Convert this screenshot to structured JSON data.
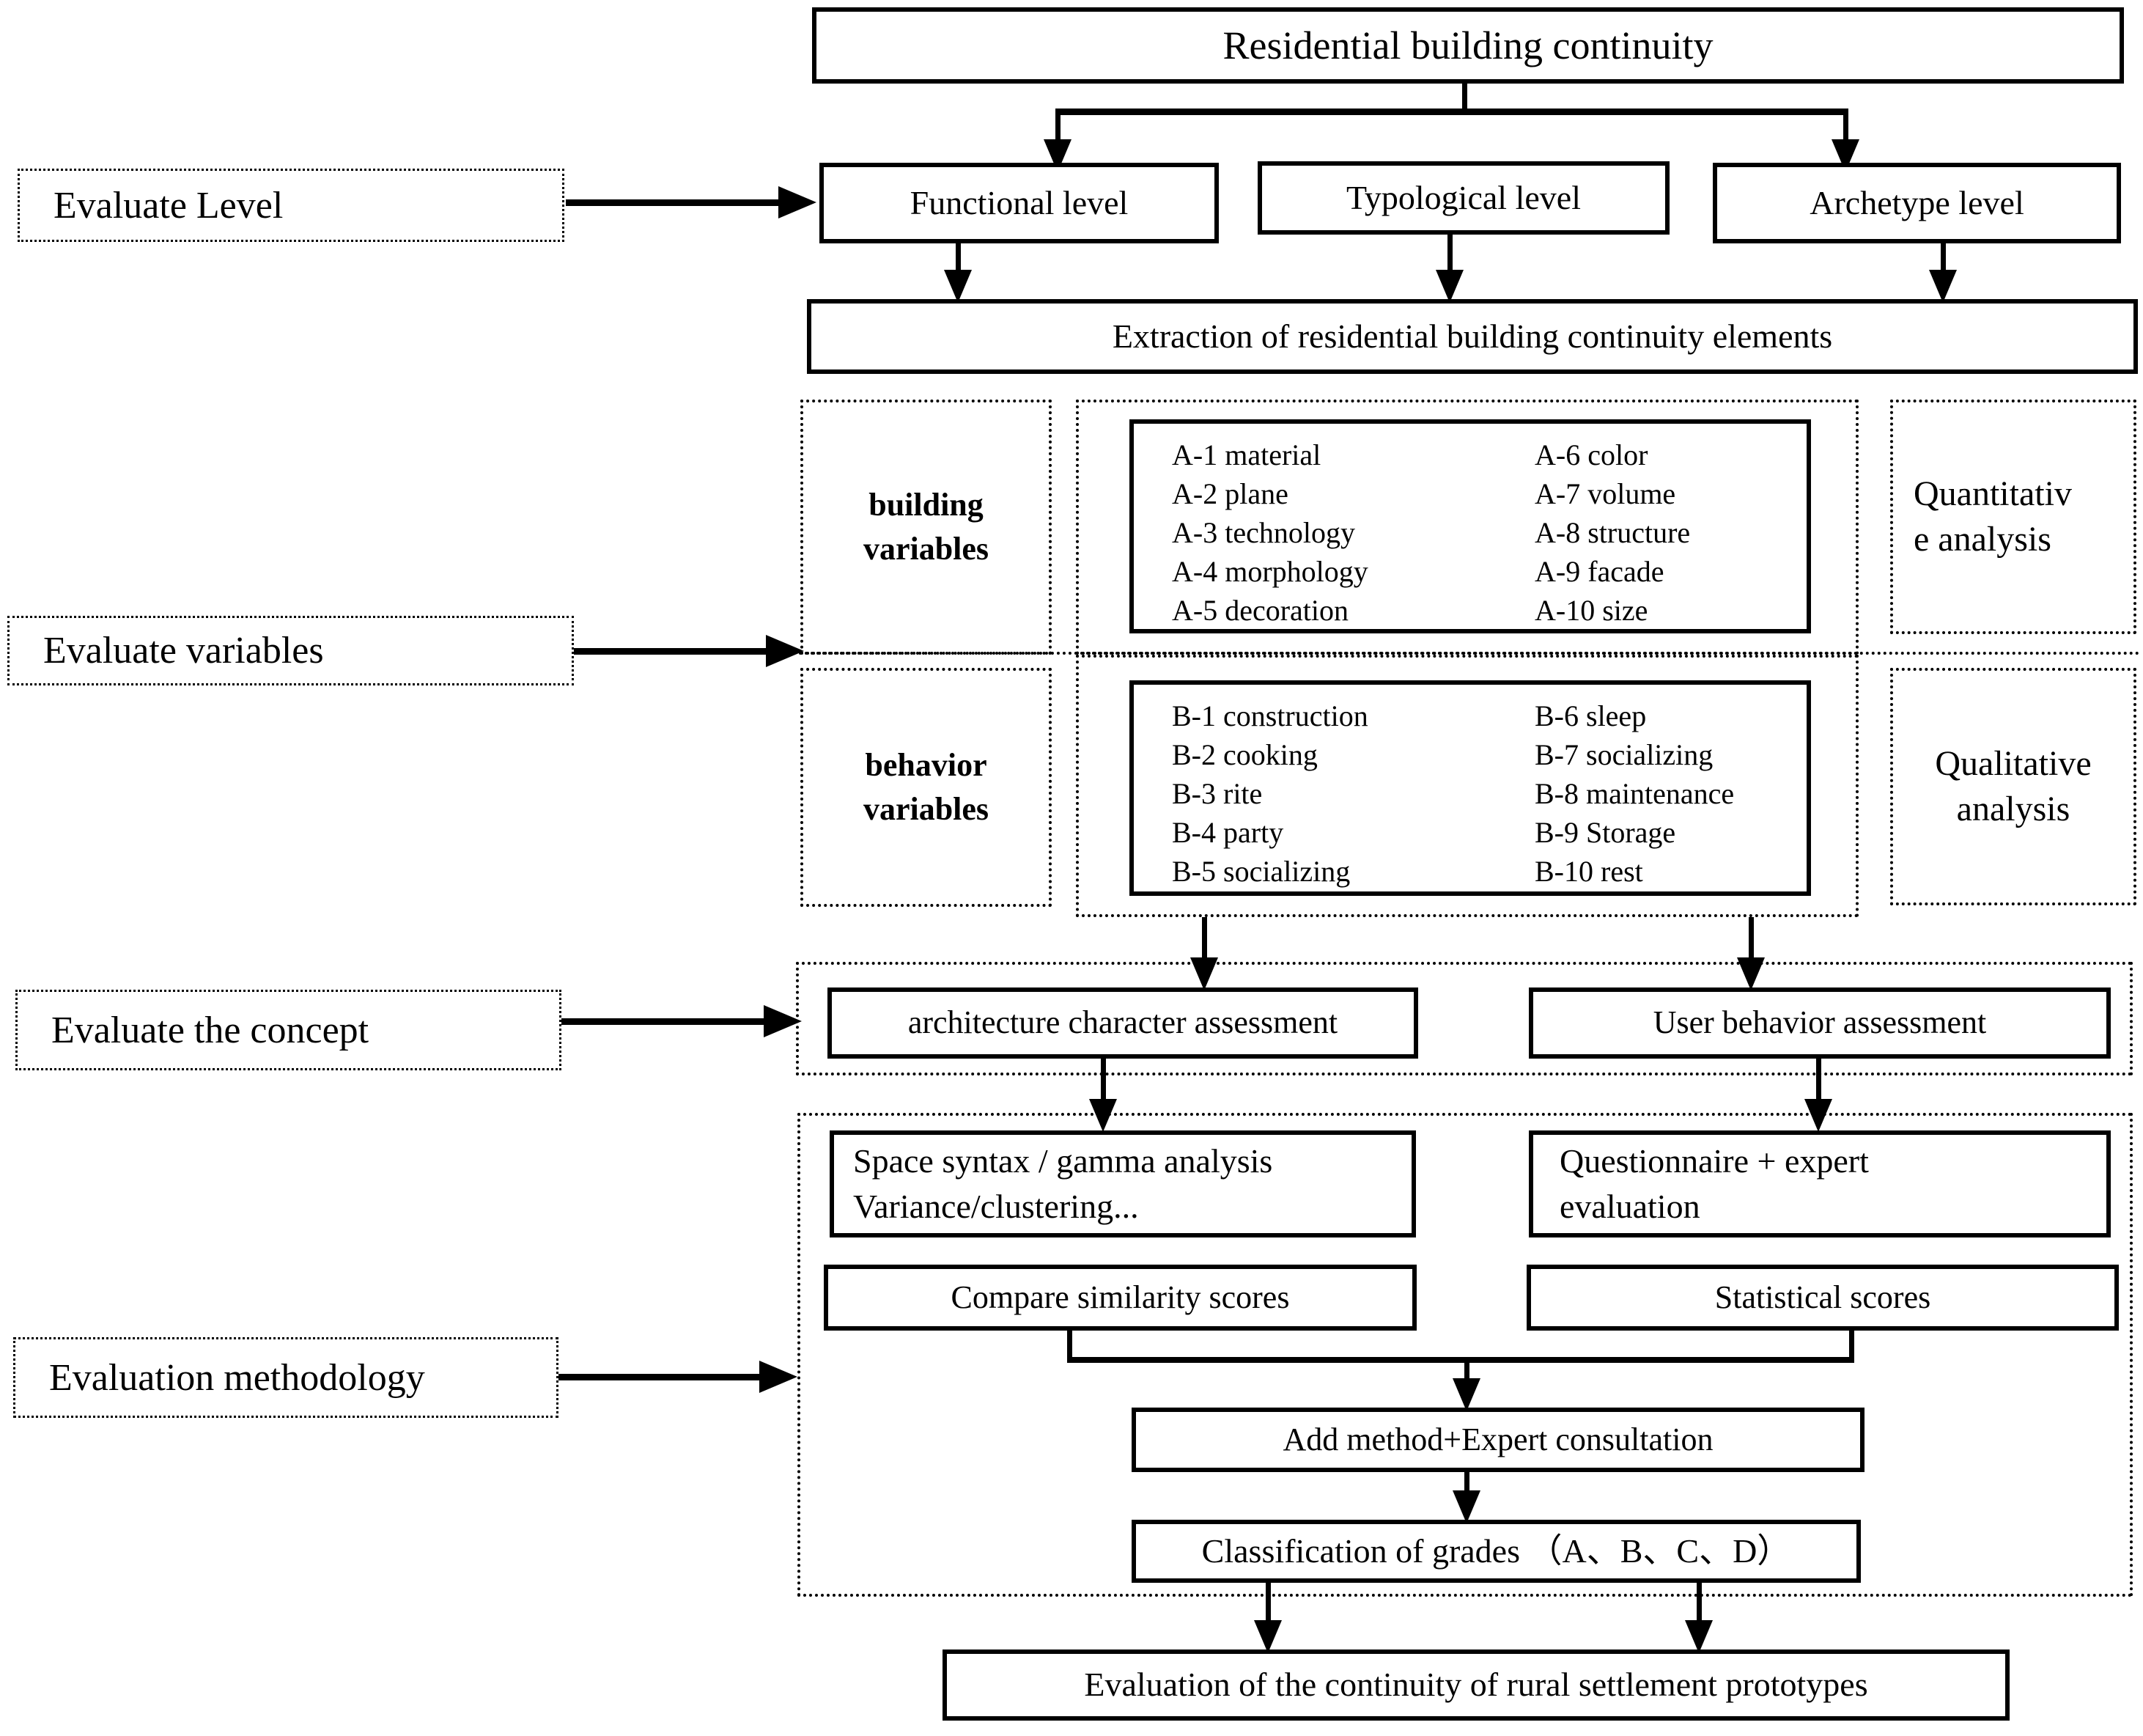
{
  "title": "Residential building continuity",
  "levels": {
    "functional": "Functional level",
    "typological": "Typological level",
    "archetype": "Archetype level"
  },
  "extraction": "Extraction of residential building continuity elements",
  "side_labels": {
    "level": "Evaluate Level",
    "variables": "Evaluate variables",
    "concept": "Evaluate the concept",
    "methodology": "Evaluation methodology"
  },
  "variables_section": {
    "building_label_lines": [
      "building",
      "variables"
    ],
    "behavior_label_lines": [
      "behavior",
      "variables"
    ],
    "building_items_col1": [
      "A-1 material",
      "A-2 plane",
      "A-3 technology",
      "A-4 morphology",
      "A-5 decoration"
    ],
    "building_items_col2": [
      "A-6 color",
      "A-7 volume",
      "A-8 structure",
      "A-9 facade",
      "A-10 size"
    ],
    "behavior_items_col1": [
      "B-1 construction",
      "B-2 cooking",
      "B-3 rite",
      "B-4 party",
      "B-5 socializing"
    ],
    "behavior_items_col2": [
      "B-6 sleep",
      "B-7 socializing",
      "B-8 maintenance",
      "B-9 Storage",
      "B-10 rest"
    ],
    "quantitative_lines": [
      "Quantitativ",
      "e analysis"
    ],
    "qualitative_lines": [
      "Qualitative",
      "analysis"
    ]
  },
  "concept_row": {
    "architecture": "architecture character assessment",
    "user": "User behavior assessment"
  },
  "methodology": {
    "space_syntax_lines": [
      "Space syntax / gamma analysis",
      "Variance/clustering..."
    ],
    "questionnaire_lines": [
      "Questionnaire + expert",
      "evaluation"
    ],
    "compare": "Compare similarity scores",
    "statistical": "Statistical scores",
    "add_method": "Add method+Expert consultation",
    "classification": "Classification of grades （A、B、C、D）"
  },
  "final": "Evaluation of the continuity of rural settlement prototypes"
}
